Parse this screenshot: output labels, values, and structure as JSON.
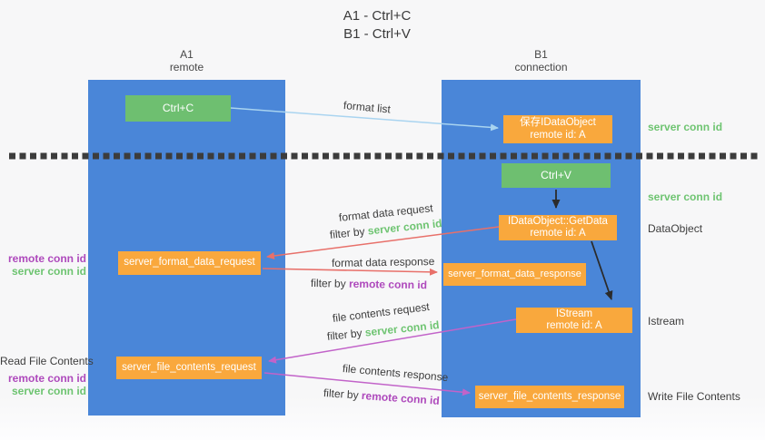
{
  "title": {
    "line1": "A1 - Ctrl+C",
    "line2": "B1 - Ctrl+V"
  },
  "lanes": {
    "left": {
      "name": "A1",
      "role": "remote"
    },
    "right": {
      "name": "B1",
      "role": "connection"
    }
  },
  "nodes": {
    "ctrl_c": {
      "label": "Ctrl+C"
    },
    "ctrl_v": {
      "label": "Ctrl+V"
    },
    "save_dataobject": {
      "line1": "保存IDataObject",
      "line2": "remote id: A"
    },
    "getdata": {
      "line1": "IDataObject::GetData",
      "line2": "remote id: A"
    },
    "istream": {
      "line1": "IStream",
      "line2": "remote id: A"
    },
    "server_format_data_request": {
      "label": "server_format_data_request"
    },
    "server_format_data_response": {
      "label": "server_format_data_response"
    },
    "server_file_contents_request": {
      "label": "server_file_contents_request"
    },
    "server_file_contents_response": {
      "label": "server_file_contents_response"
    }
  },
  "arrow_labels": {
    "format_list": "format list",
    "format_data_request": "format data request",
    "format_data_response": "format data response",
    "file_contents_request": "file contents request",
    "file_contents_response": "file contents response"
  },
  "terms": {
    "filter_by": "filter by",
    "server_conn_id": "server conn id",
    "remote_conn_id": "remote conn id"
  },
  "margin_labels": {
    "read_file_contents": "Read File Contents",
    "dataobject": "DataObject",
    "istream": "Istream",
    "write_file_contents": "Write File Contents"
  },
  "colors": {
    "lane_blue": "#4a86d8",
    "node_green": "#6ebf70",
    "node_orange": "#f9a83d",
    "arrow_salmon": "#e8706a",
    "arrow_lightblue": "#a9d4f0",
    "arrow_purple": "#c263c9",
    "arrow_black": "#2b2b2b",
    "text_green": "#6ec471",
    "text_purple": "#ae49bc",
    "text_dark": "#3d3d3d"
  }
}
